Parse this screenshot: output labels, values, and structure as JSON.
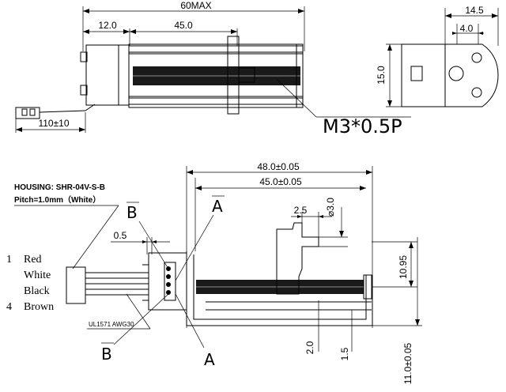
{
  "top_view": {
    "overall_length": "60MAX",
    "motor_length": "12.0",
    "screw_length": "45.0",
    "lead_length": "110±10"
  },
  "side_view": {
    "width": "14.5",
    "hole_spacing": "4.0",
    "height": "15.0"
  },
  "thread_callout": "M3*0.5P",
  "front_view": {
    "frame_length": "48.0±0.05",
    "screw_span": "45.0±0.05",
    "offset_2_5": "2.5",
    "shaft_dia": "⌀3.0",
    "gap_0_5": "0.5",
    "height_10_95": "10.95",
    "dim_2_0": "2.0",
    "dim_1_5": "1.5",
    "total_height": "11.0±0.05",
    "section_a": "A",
    "section_b": "B"
  },
  "connector": {
    "housing": "HOUSING: SHR-04V-S-B",
    "pitch": "Pitch=1.0mm（White）",
    "cable": "UL1571 AWG30",
    "pin_first": "1",
    "pin_last": "4",
    "wires": [
      "Red",
      "White",
      "Black",
      "Brown"
    ]
  }
}
